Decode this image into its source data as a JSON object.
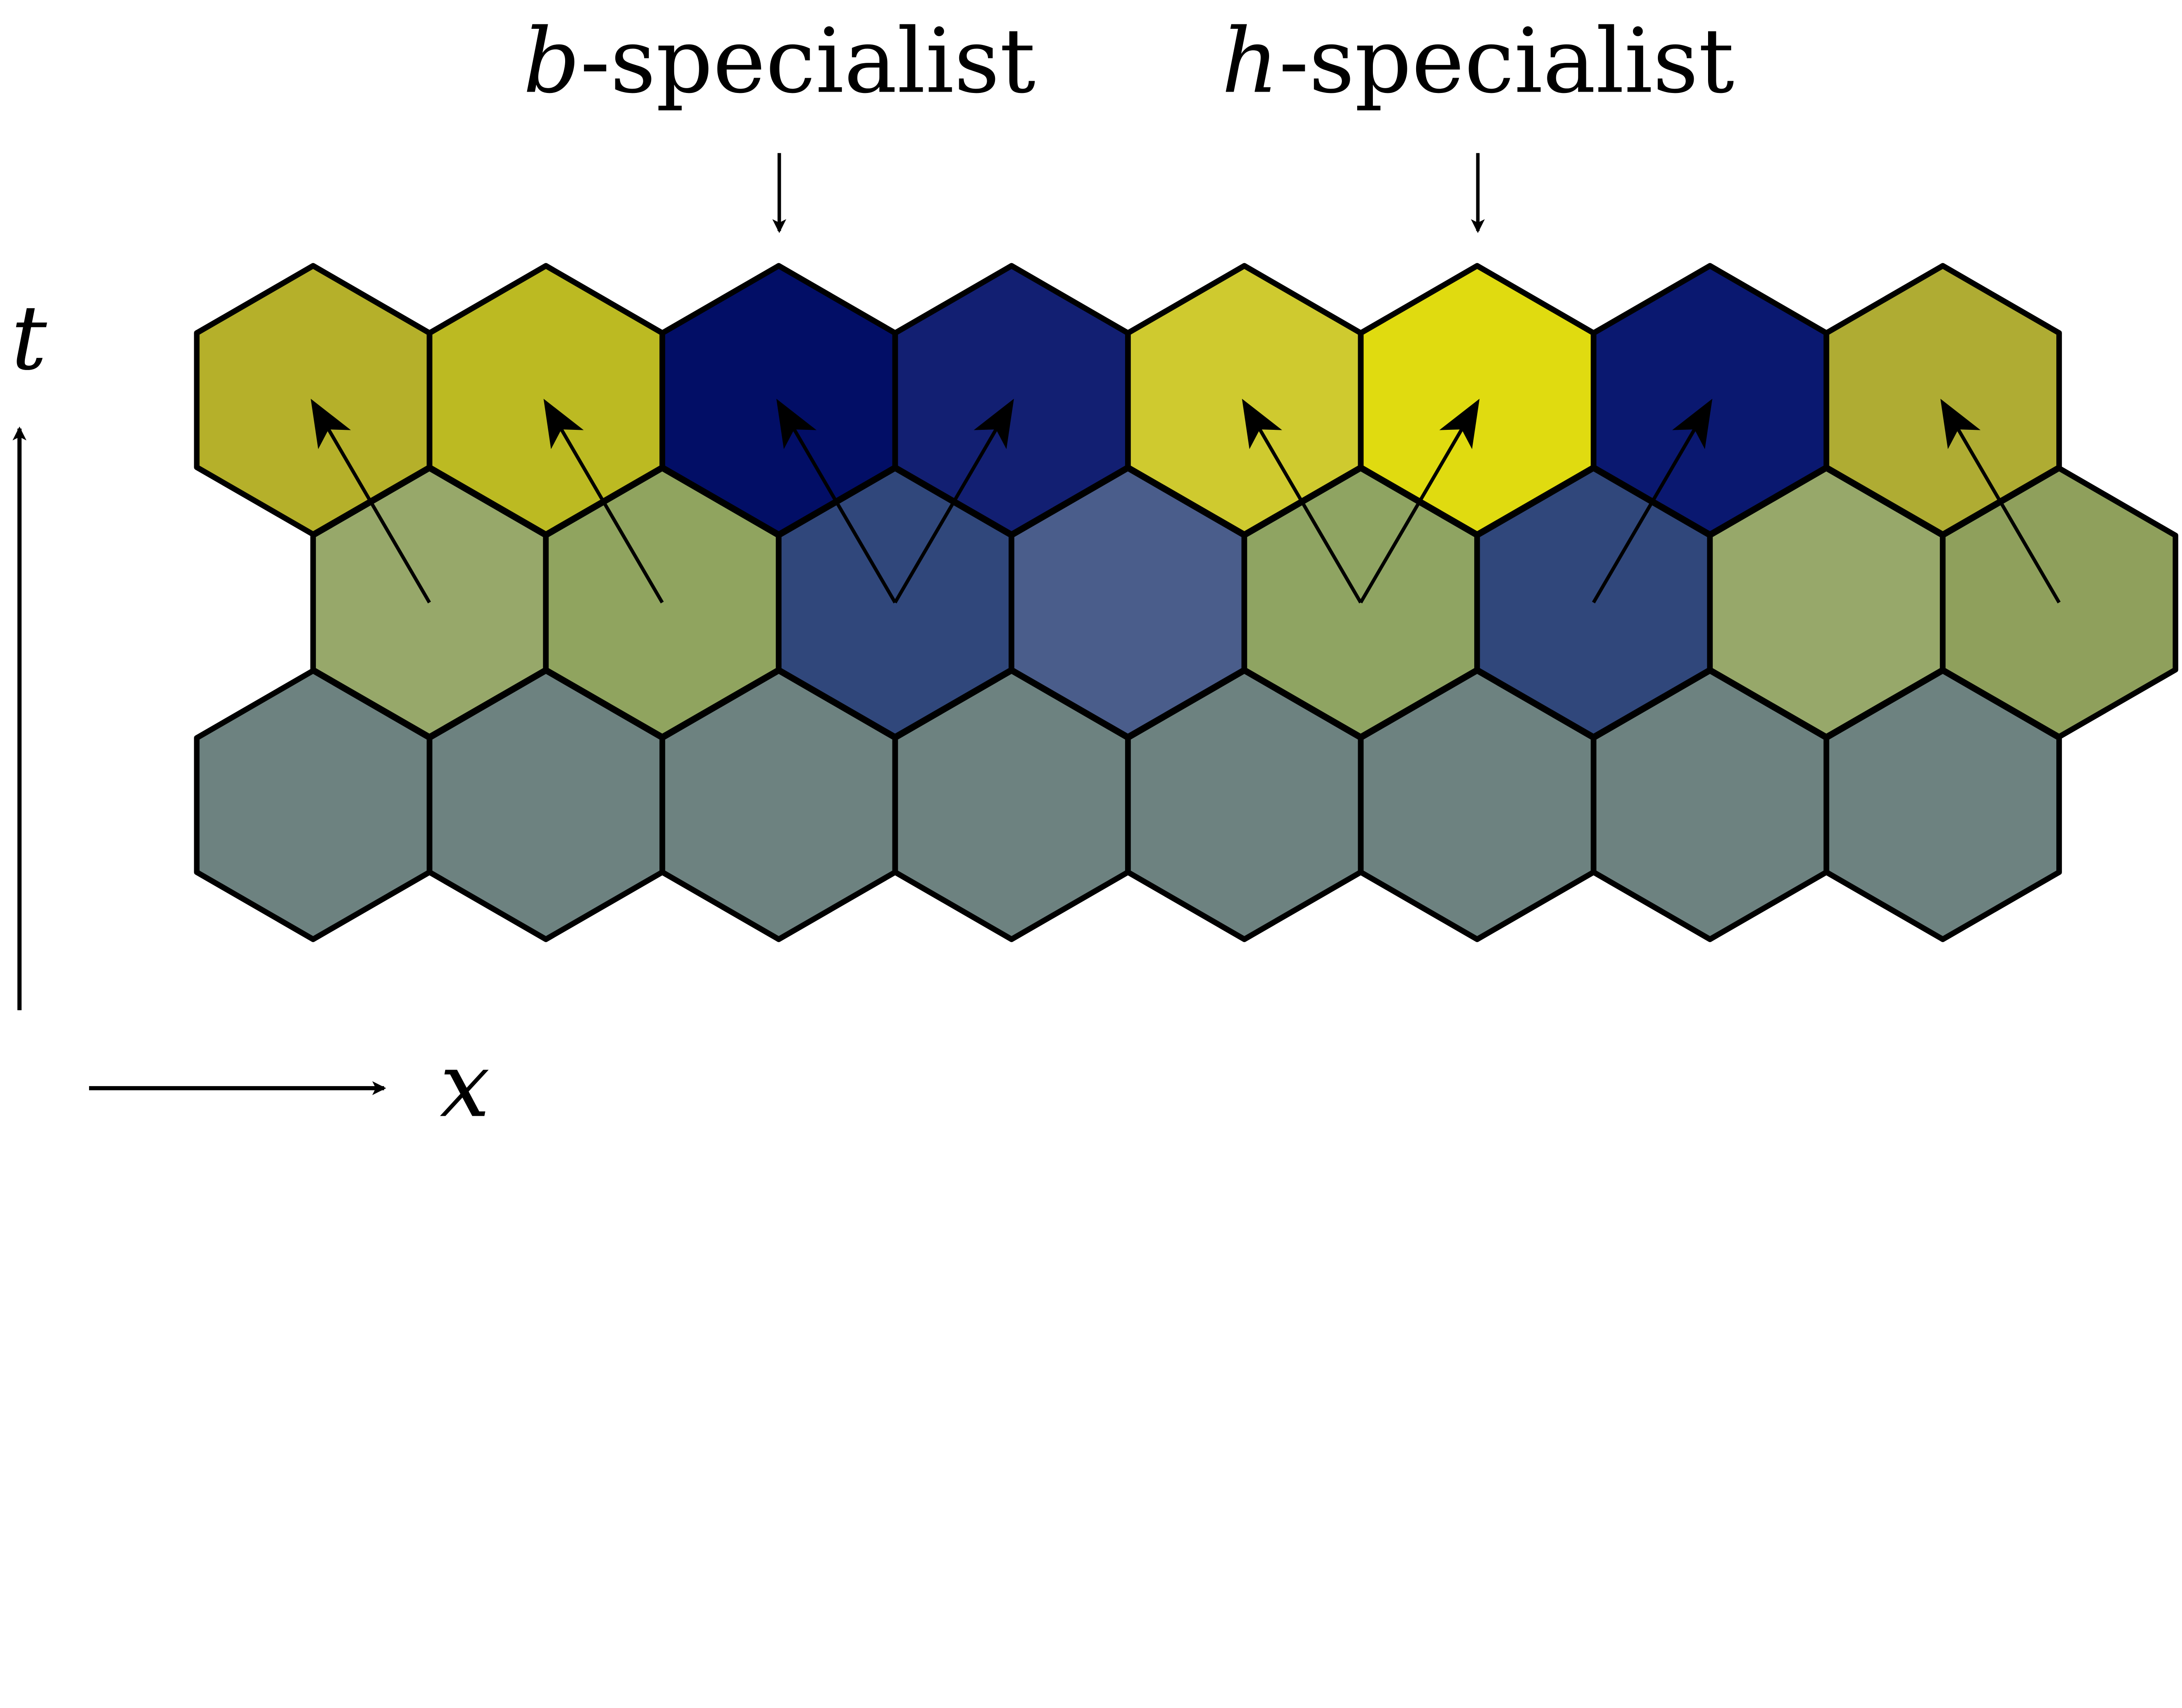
{
  "labels": {
    "b_prefix": "b",
    "b_suffix": "-specialist",
    "h_prefix": "h",
    "h_suffix": "-specialist",
    "t_axis": "t",
    "x_axis": "x"
  },
  "grid": {
    "rows": [
      {
        "name": "top-row",
        "colors": [
          "#b5b02a",
          "#bcba22",
          "#020e66",
          "#121f72",
          "#cfca2f",
          "#e0db10",
          "#0a1870",
          "#afac33"
        ]
      },
      {
        "name": "middle-row",
        "colors": [
          "#97a86a",
          "#90a45f",
          "#30477b",
          "#4a5d8b",
          "#8fa462",
          "#30477b",
          "#97a86a",
          "#8fa05c"
        ]
      },
      {
        "name": "bottom-row",
        "colors": [
          "#6d8280",
          "#6d8280",
          "#6d8280",
          "#6d8280",
          "#6d8280",
          "#6d8280",
          "#6d8280",
          "#6d8280"
        ]
      }
    ],
    "arrows": [
      [
        0,
        0
      ],
      [
        1,
        1
      ],
      [
        2,
        2
      ],
      [
        2,
        3
      ],
      [
        4,
        4
      ],
      [
        4,
        5
      ],
      [
        5,
        6
      ],
      [
        7,
        7
      ]
    ],
    "specialist_markers": [
      {
        "label": "b-specialist",
        "column": 2
      },
      {
        "label": "h-specialist",
        "column": 5
      }
    ]
  }
}
